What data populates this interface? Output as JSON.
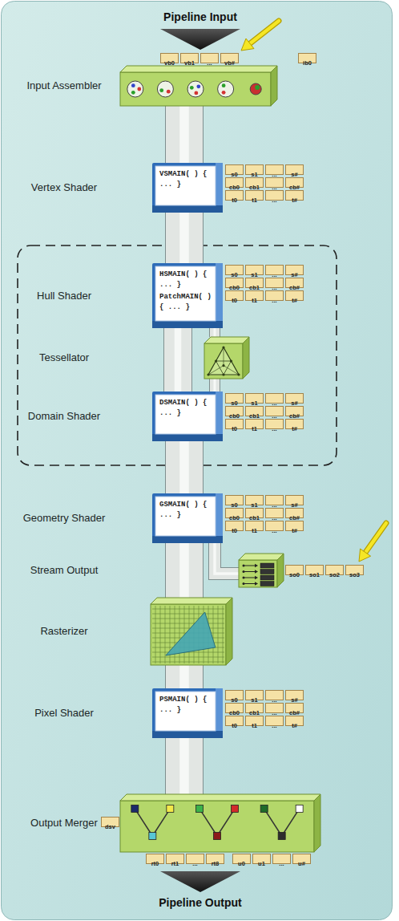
{
  "diagram": {
    "nodes": [
      {
        "text": [
          "Input Assembler"
        ]
      },
      {
        "text": [
          "Vertex Shader",
          "VSMAIN( ) { ... }"
        ]
      },
      {
        "text": [
          "Hull Shader",
          "HSMAIN( ) { ... }",
          "PatchMAIN( ) { ... }"
        ]
      },
      {
        "text": [
          "Tessellator"
        ]
      },
      {
        "text": [
          "Domain Shader",
          "DSMAIN( ) { ... }"
        ]
      },
      {
        "text": [
          "Geometry Shader",
          "GSMAIN( ) { ... }"
        ]
      },
      {
        "text": [
          "Stream Output"
        ]
      },
      {
        "text": [
          "Rasterizer"
        ]
      },
      {
        "text": [
          "Pixel Shader",
          "PSMAIN( ) { ... }"
        ]
      },
      {
        "text": [
          "Output Merger"
        ]
      }
    ],
    "edges": [
      {
        "from": 0,
        "to": 1,
        "arrow": "none"
      },
      {
        "from": 1,
        "to": 2,
        "arrow": "none"
      },
      {
        "from": 2,
        "to": 3,
        "arrow": "none"
      },
      {
        "from": 3,
        "to": 4,
        "arrow": "none"
      },
      {
        "from": 2,
        "to": 4,
        "arrow": "none"
      },
      {
        "from": 4,
        "to": 5,
        "arrow": "none"
      },
      {
        "from": 5,
        "to": 6,
        "arrow": "none"
      },
      {
        "from": 5,
        "to": 7,
        "arrow": "none"
      },
      {
        "from": 7,
        "to": 8,
        "arrow": "none"
      },
      {
        "from": 8,
        "to": 9,
        "arrow": "none"
      }
    ],
    "labels": [
      "Pipeline Input",
      "vb0",
      "vb1",
      "...",
      "vb#",
      "ib0",
      "s0",
      "s1",
      "...",
      "s#",
      "cb0",
      "cb1",
      "...",
      "cb#",
      "t0",
      "t1",
      "...",
      "t#",
      "s0",
      "s1",
      "...",
      "s#",
      "cb0",
      "cb1",
      "...",
      "cb#",
      "t0",
      "t1",
      "...",
      "t#",
      "s0",
      "s1",
      "...",
      "s#",
      "cb0",
      "cb1",
      "...",
      "cb#",
      "t0",
      "t1",
      "...",
      "t#",
      "s0",
      "s1",
      "...",
      "s#",
      "cb0",
      "cb1",
      "...",
      "cb#",
      "t0",
      "t1",
      "...",
      "t#",
      "so0",
      "so1",
      "so2",
      "so3",
      "s0",
      "s1",
      "...",
      "s#",
      "cb0",
      "cb1",
      "...",
      "cb#",
      "t0",
      "t1",
      "...",
      "t#",
      "dsv",
      "rt0",
      "rt1",
      "...",
      "rt8",
      "u0",
      "u1",
      "...",
      "u#",
      "Pipeline Output"
    ]
  }
}
